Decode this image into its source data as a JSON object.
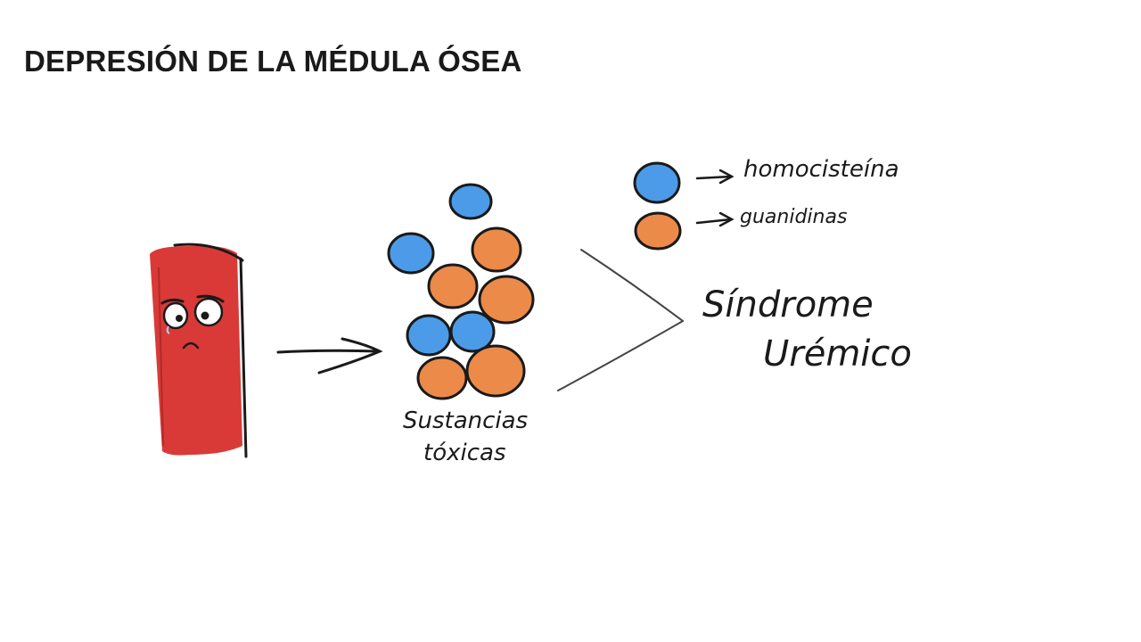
{
  "slide": {
    "title": "DEPRESIÓN DE LA MÉDULA ÓSEA"
  },
  "diagram": {
    "cluster_label_line1": "Sustancias",
    "cluster_label_line2": "tóxicas",
    "legend": [
      {
        "label": "homocisteína",
        "color": "#4b9be8"
      },
      {
        "label": "guanidinas",
        "color": "#ec8a4a"
      }
    ],
    "result_line1": "Síndrome",
    "result_line2": "Urémico"
  },
  "colors": {
    "kidney_red": "#d93a37",
    "toxin_blue": "#4b9be8",
    "toxin_orange": "#ec8a4a",
    "ink": "#1a1a1a"
  }
}
